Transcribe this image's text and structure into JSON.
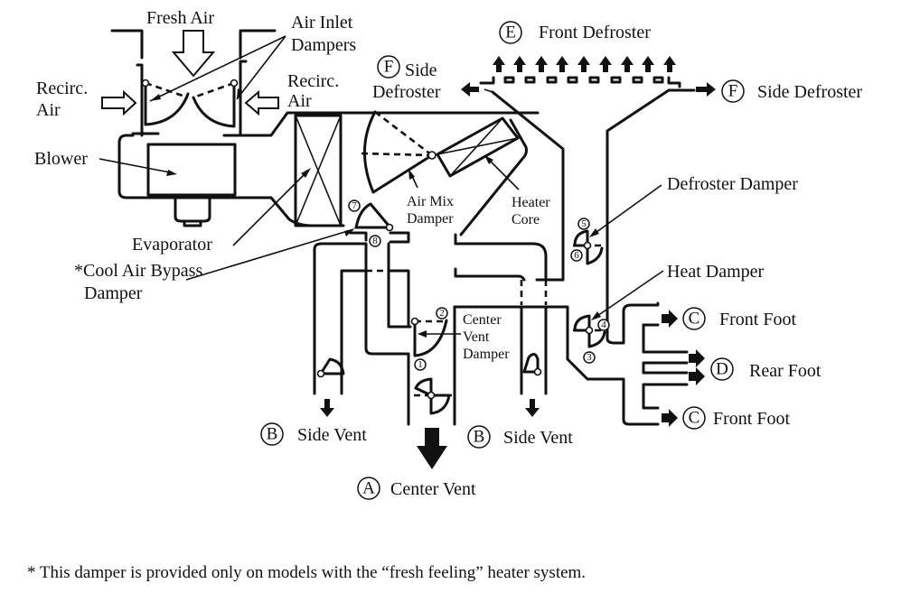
{
  "labels": {
    "fresh_air": "Fresh Air",
    "air_inlet_dampers_1": "Air Inlet",
    "air_inlet_dampers_2": "Dampers",
    "recirc_left_1": "Recirc.",
    "recirc_left_2": "Air",
    "recirc_right_1": "Recirc.",
    "recirc_right_2": "Air",
    "blower": "Blower",
    "evaporator": "Evaporator",
    "cool_air_bypass_1": "*Cool Air Bypass",
    "cool_air_bypass_2": "Damper",
    "air_mix_1": "Air Mix",
    "air_mix_2": "Damper",
    "heater_core_1": "Heater",
    "heater_core_2": "Core",
    "front_defroster": "Front Defroster",
    "side_defroster_left_1": "Side",
    "side_defroster_left_2": "Defroster",
    "side_defroster_right": "Side Defroster",
    "defroster_damper": "Defroster Damper",
    "heat_damper": "Heat Damper",
    "center_vent_damper_1": "Center",
    "center_vent_damper_2": "Vent",
    "center_vent_damper_3": "Damper",
    "front_foot_top": "Front Foot",
    "rear_foot": "Rear Foot",
    "front_foot_bottom": "Front Foot",
    "side_vent_left": "Side Vent",
    "side_vent_right": "Side Vent",
    "center_vent": "Center Vent"
  },
  "outlet_letters": {
    "center_vent": "A",
    "side_vent_left": "B",
    "side_vent_right": "B",
    "front_foot_top": "C",
    "front_foot_bottom": "C",
    "rear_foot": "D",
    "front_defroster": "E",
    "side_defroster_left": "F",
    "side_defroster_right": "F"
  },
  "damper_positions": {
    "p1": "1",
    "p2": "2",
    "p3": "3",
    "p4": "4",
    "p5": "5",
    "p6": "6",
    "p7": "7",
    "p8": "8"
  },
  "footnote": "* This damper is provided only on models with the “fresh feeling” heater system."
}
